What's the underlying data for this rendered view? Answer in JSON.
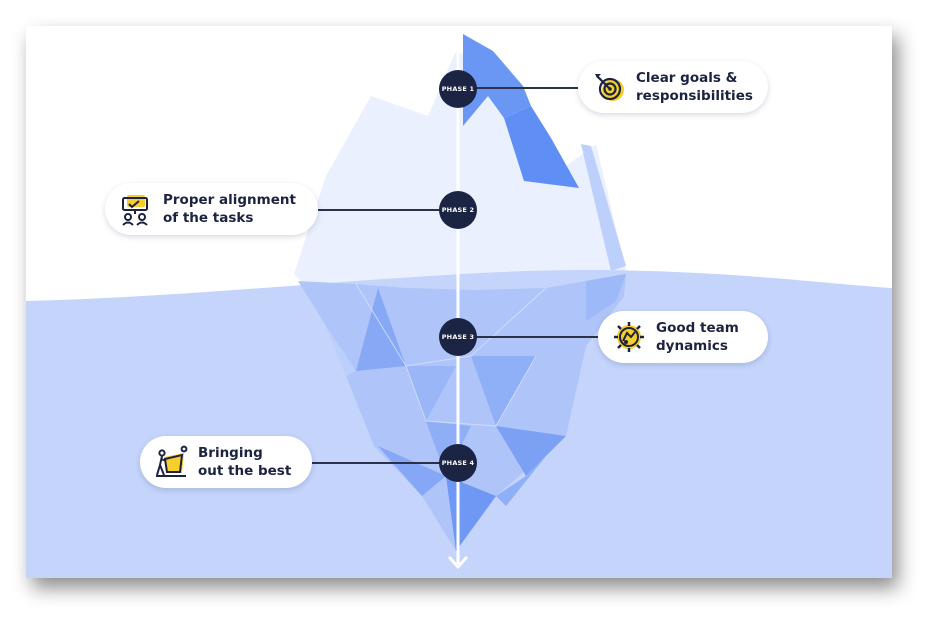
{
  "phases": [
    {
      "label": "PHASE 1",
      "text_line1": "Clear goals &",
      "text_line2": "responsibilities",
      "icon": "target-icon"
    },
    {
      "label": "PHASE 2",
      "text_line1": "Proper alignment",
      "text_line2": "of the tasks",
      "icon": "task-board-icon"
    },
    {
      "label": "PHASE 3",
      "text_line1": "Good team",
      "text_line2": "dynamics",
      "icon": "team-gear-icon"
    },
    {
      "label": "PHASE 4",
      "text_line1": "Bringing",
      "text_line2": "out the best",
      "icon": "teamwork-push-icon"
    }
  ],
  "colors": {
    "sky": "#ffffff",
    "water": "#c4d4fb",
    "iceberg_light": "#e9effd",
    "accent_blue": "#5f8ef5",
    "phase_badge": "#1b2442",
    "icon_yellow": "#f7cf2b",
    "icon_dark": "#1c2340"
  }
}
